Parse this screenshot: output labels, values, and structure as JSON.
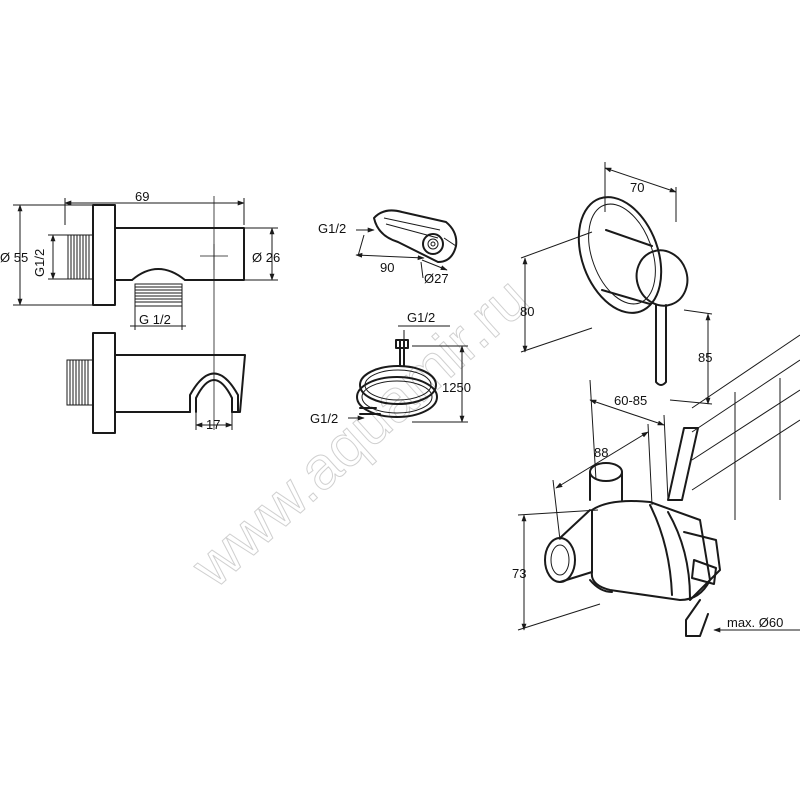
{
  "watermark": "www.aquamir.ru",
  "outlet_elbow": {
    "width": "69",
    "flange_diameter": "Ø 55",
    "body_diameter": "Ø 26",
    "inlet_thread": "G1/2",
    "outlet_thread": "G 1/2",
    "holder_gap": "17"
  },
  "hand_shower": {
    "thread": "G1/2",
    "length": "90",
    "diameter": "Ø27"
  },
  "hose": {
    "top_thread": "G1/2",
    "bottom_thread": "G1/2",
    "length": "1250"
  },
  "trim": {
    "depth": "70",
    "height": "80",
    "lever_drop": "85"
  },
  "body": {
    "installation_depth": "60-85",
    "width": "88",
    "height": "73",
    "max_opening": "max. Ø60"
  }
}
